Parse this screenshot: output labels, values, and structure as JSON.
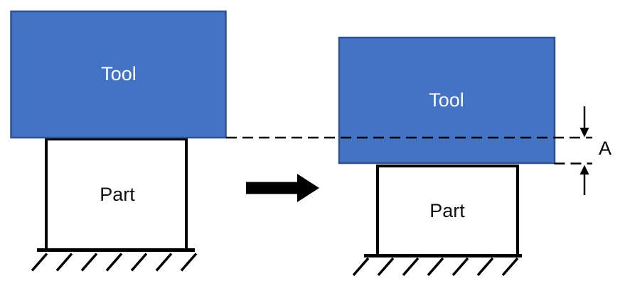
{
  "before": {
    "tool_label": "Tool",
    "part_label": "Part"
  },
  "after": {
    "tool_label": "Tool",
    "part_label": "Part"
  },
  "dimension": {
    "label": "A"
  },
  "icons": {
    "transform_arrow": "right-arrow",
    "dimension_top_arrow": "arrow-down",
    "dimension_bottom_arrow": "arrow-up",
    "ground_hatch": "ground-hatch"
  },
  "colors": {
    "tool_fill": "#4472C4",
    "tool_stroke": "#2F528F",
    "part_fill": "#FFFFFF",
    "ink": "#000000",
    "background": "#FFFFFF"
  }
}
